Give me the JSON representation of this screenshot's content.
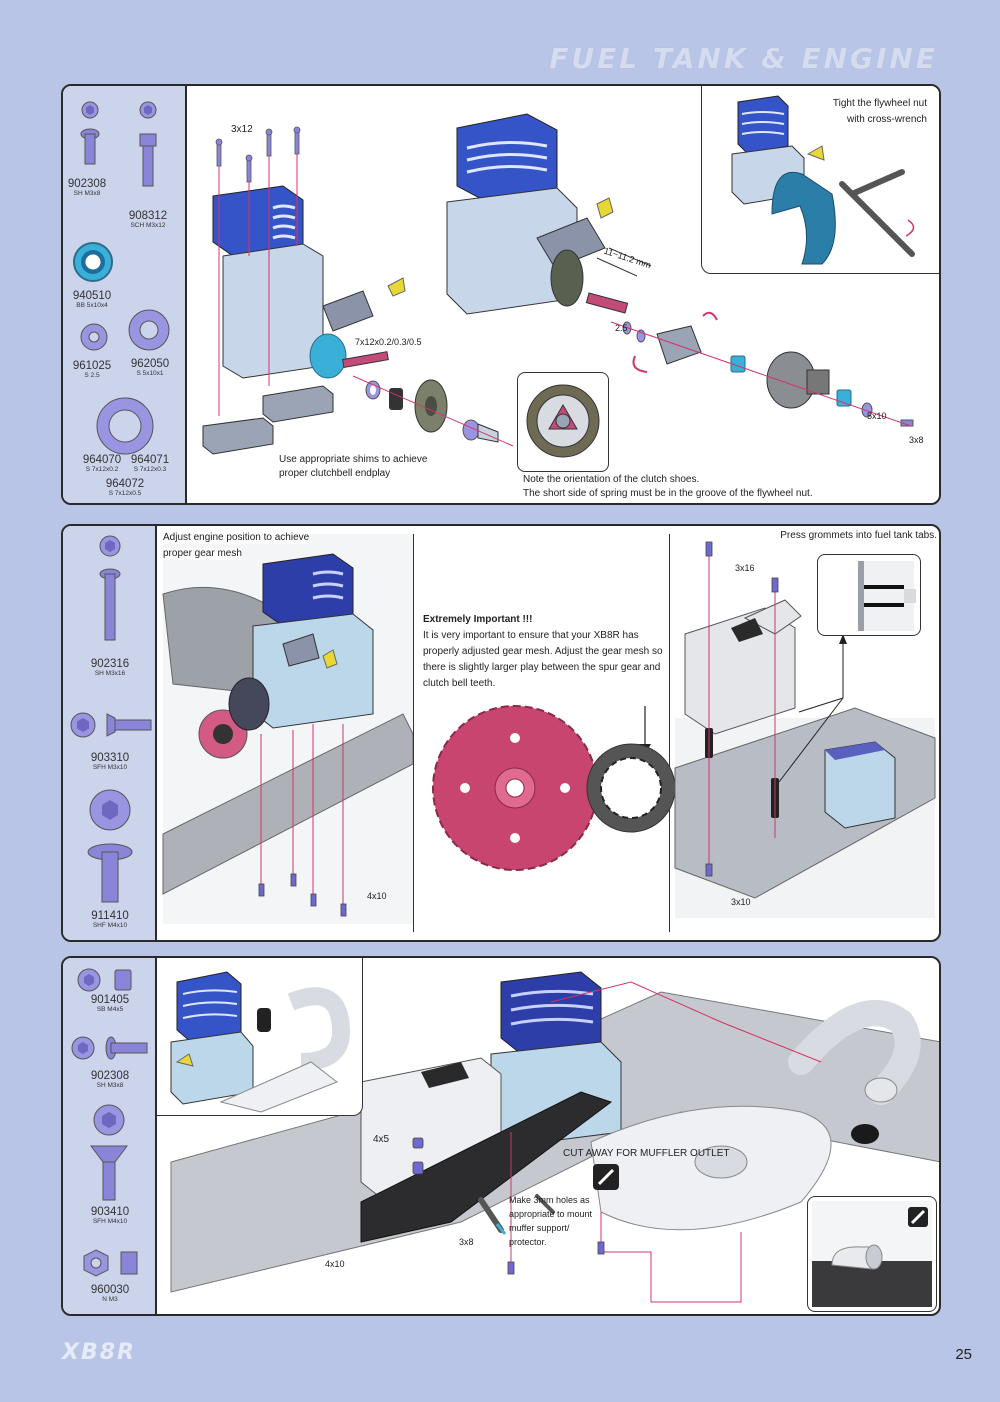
{
  "page": {
    "title": "FUEL TANK & ENGINE",
    "number": "25",
    "logo": "XB8R"
  },
  "panel1": {
    "parts": [
      {
        "code": "902308",
        "desc": "SH M3x8"
      },
      {
        "code": "908312",
        "desc": "SCH M3x12"
      },
      {
        "code": "940510",
        "desc": "BB 5x10x4"
      },
      {
        "code": "961025",
        "desc": "S 2.5"
      },
      {
        "code": "962050",
        "desc": "S 5x10x1"
      },
      {
        "code": "964070",
        "desc": "S 7x12x0.2"
      },
      {
        "code": "964071",
        "desc": "S 7x12x0.3"
      },
      {
        "code": "964072",
        "desc": "S 7x12x0.5"
      }
    ],
    "label_3x12": "3x12",
    "label_shims": "7x12x0.2/0.3/0.5",
    "note_shims_1": "Use appropriate shims to achieve",
    "note_shims_2": "proper clutchbell endplay",
    "label_dim": "11~11.2 mm",
    "label_25": "2.5",
    "label_5x10": "5x10",
    "label_3x8": "3x8",
    "note_clutch_1": "Note the orientation of the clutch shoes.",
    "note_clutch_2": "The short side of spring must be in the groove of the flywheel nut.",
    "note_nut_1": "Tight the flywheel nut",
    "note_nut_2": "with cross-wrench"
  },
  "panel2": {
    "parts": [
      {
        "code": "902316",
        "desc": "SH M3x16"
      },
      {
        "code": "903310",
        "desc": "SFH M3x10"
      },
      {
        "code": "911410",
        "desc": "SHF M4x10"
      }
    ],
    "note_gear_1": "Adjust engine position to achieve",
    "note_gear_2": "proper gear mesh",
    "label_4x10": "4x10",
    "important_title": "Extremely Important !!!",
    "important_1": "It is very important to ensure that your XB8R has",
    "important_2": "properly adjusted gear mesh. Adjust the gear mesh so",
    "important_3": "there is slightly larger play between the spur gear and",
    "important_4": "clutch bell teeth.",
    "note_grommets": "Press grommets into fuel tank tabs.",
    "label_3x16": "3x16",
    "label_3x10": "3x10"
  },
  "panel3": {
    "parts": [
      {
        "code": "901405",
        "desc": "SB M4x5"
      },
      {
        "code": "902308",
        "desc": "SH M3x8"
      },
      {
        "code": "903410",
        "desc": "SFH M4x10"
      },
      {
        "code": "960030",
        "desc": "N M3"
      }
    ],
    "label_4x5": "4x5",
    "label_cutaway": "CUT AWAY FOR MUFFLER OUTLET",
    "note_holes_1": "Make 3mm holes as",
    "note_holes_2": "appropriate to mount",
    "note_holes_3": "muffer support/",
    "note_holes_4": "protector.",
    "label_3x8": "3x8",
    "label_4x10": "4x10"
  },
  "colors": {
    "background": "#b9c5e6",
    "engine_head": "#3554c8",
    "screw": "#8a85d8",
    "spur_gear": "#c7456e",
    "accent_pink": "#d3346a"
  }
}
